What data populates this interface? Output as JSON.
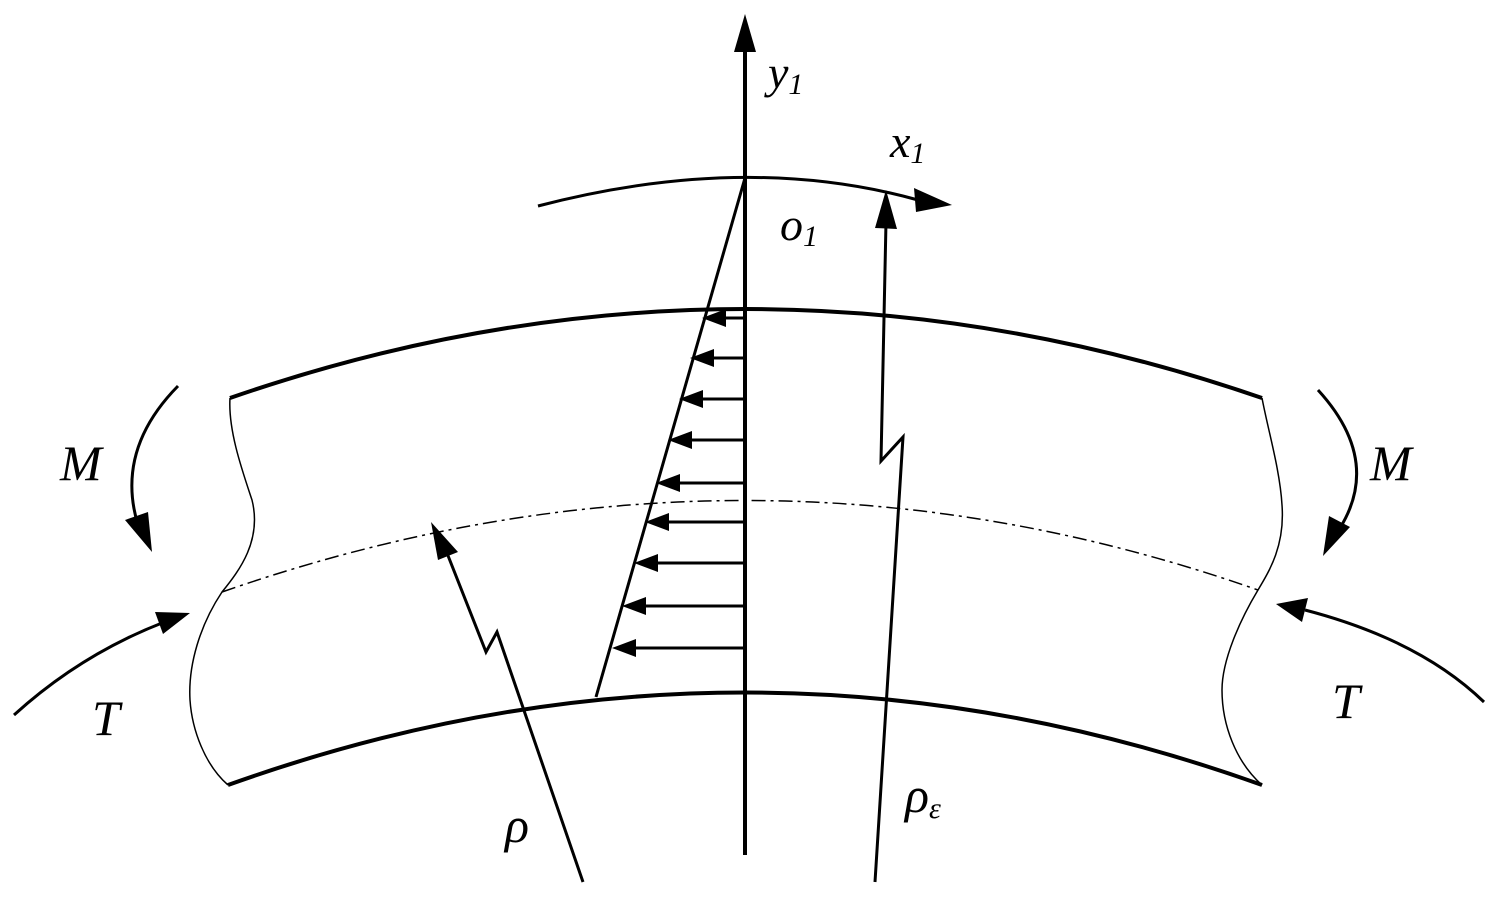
{
  "labels": {
    "y_axis": "y",
    "y_axis_sub": "1",
    "x_axis": "x",
    "x_axis_sub": "1",
    "origin": "o",
    "origin_sub": "1",
    "moment_left": "M",
    "moment_right": "M",
    "tension_left": "T",
    "tension_right": "T",
    "radius": "ρ",
    "radius_eps": "ρ",
    "radius_eps_sub": "ε"
  },
  "colors": {
    "ink": "#000000",
    "background": "#ffffff"
  }
}
